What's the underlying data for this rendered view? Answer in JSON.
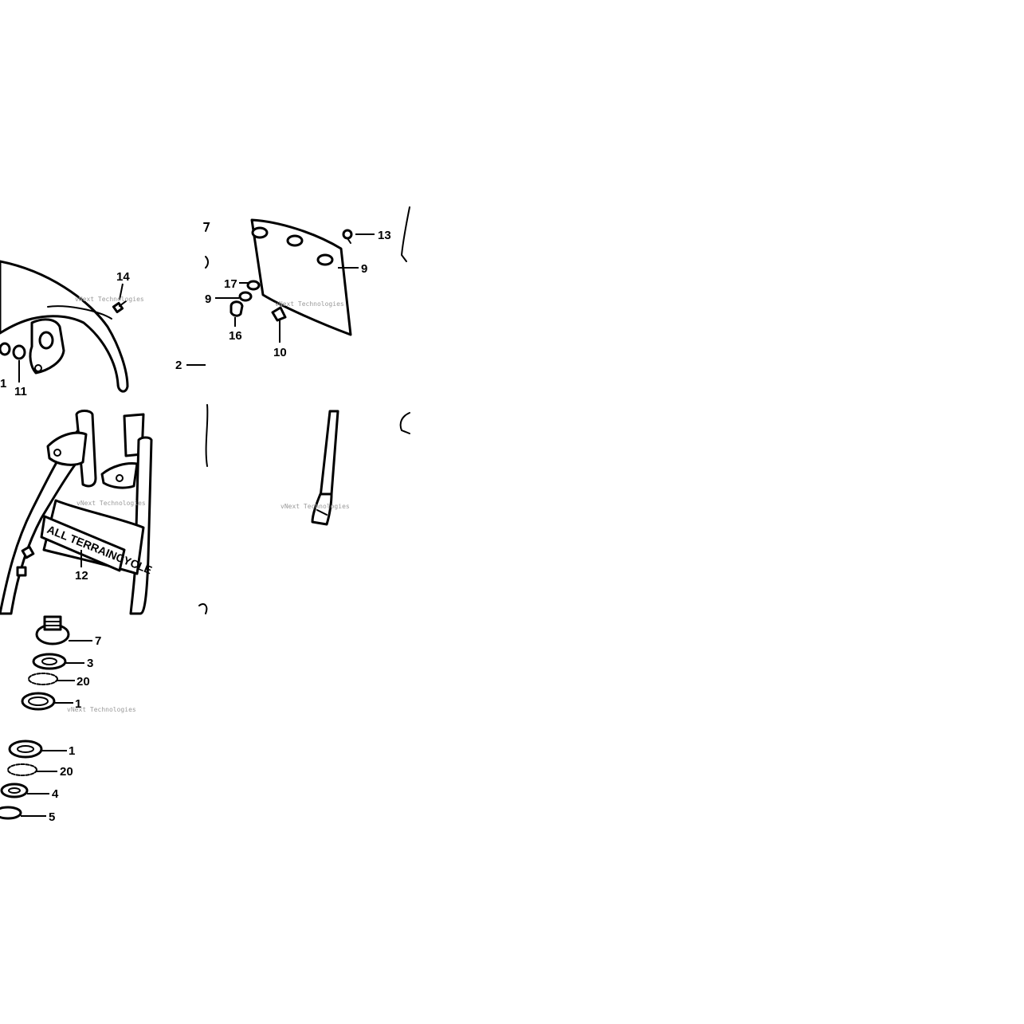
{
  "diagram": {
    "decal_text": "ALL TERRAINCYCLE",
    "watermark": "vNext Technologies",
    "callouts": [
      {
        "id": "c14",
        "label": "14"
      },
      {
        "id": "c11a",
        "label": "1"
      },
      {
        "id": "c11",
        "label": "11"
      },
      {
        "id": "c13",
        "label": "13"
      },
      {
        "id": "c9a",
        "label": "9"
      },
      {
        "id": "c17",
        "label": "17"
      },
      {
        "id": "c9b",
        "label": "9"
      },
      {
        "id": "c16",
        "label": "16"
      },
      {
        "id": "c10",
        "label": "10"
      },
      {
        "id": "c2",
        "label": "2"
      },
      {
        "id": "c12",
        "label": "12"
      },
      {
        "id": "c7",
        "label": "7"
      },
      {
        "id": "c3",
        "label": "3"
      },
      {
        "id": "c20a",
        "label": "20"
      },
      {
        "id": "c1a",
        "label": "1"
      },
      {
        "id": "c1b",
        "label": "1"
      },
      {
        "id": "c20b",
        "label": "20"
      },
      {
        "id": "c4",
        "label": "4"
      },
      {
        "id": "c5",
        "label": "5"
      }
    ]
  }
}
